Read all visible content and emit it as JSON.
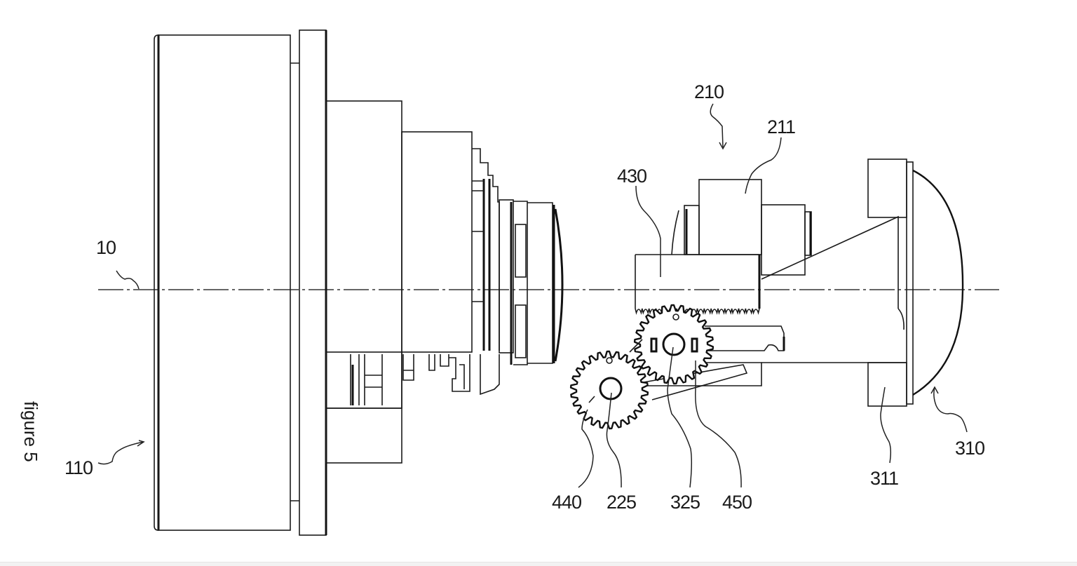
{
  "figure": {
    "caption": "figure 5",
    "type": "patent technical drawing",
    "description": "Side elevation of an optical/lens assembly with a rack-and-pinion gear drive along a central optical axis"
  },
  "reference_numerals": {
    "axis": "10",
    "base_housing": "110",
    "assembly": "210",
    "upper_block": "211",
    "pinion_shaft": "225",
    "center_shaft": "325",
    "lens": "310",
    "lens_mount": "311",
    "rack": "430",
    "drive_gear": "440",
    "idler_gear": "450"
  },
  "colors": {
    "line": "#1a1a1a",
    "background": "#ffffff"
  }
}
